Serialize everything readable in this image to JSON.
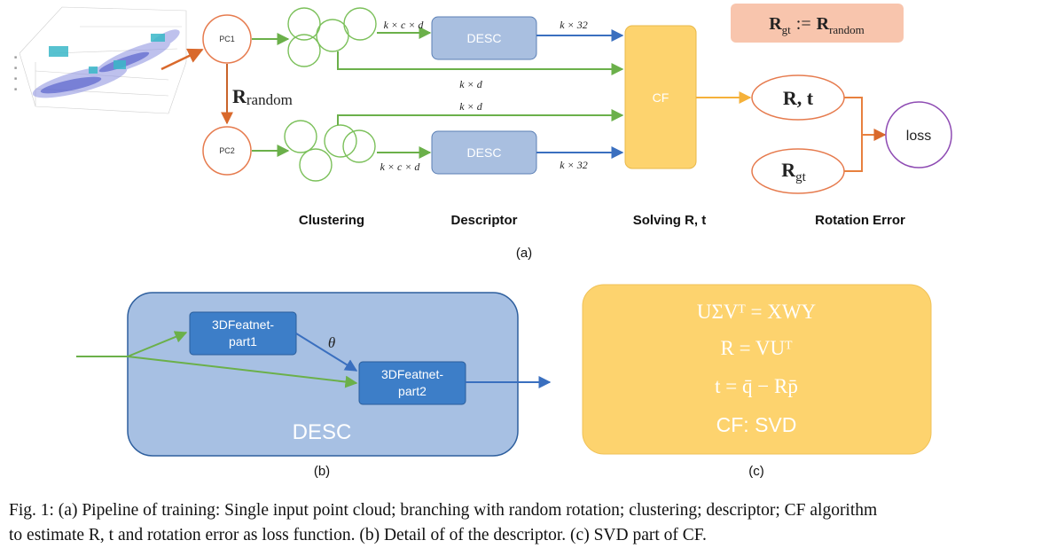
{
  "colors": {
    "green": "#6bb04a",
    "blue": "#3a6fbf",
    "orange": "#d9692c",
    "yellow_arrow": "#f5b13a",
    "purple": "#8e4bb3",
    "desc_fill": "#a9bfe0",
    "desc_outer_fill": "#a7c0e3",
    "desc_inner_fill": "#3d7ec8",
    "cf_fill": "#fdd36e",
    "rgt_box_fill": "#f8c5ad"
  },
  "panel_a": {
    "rgt_definition": {
      "R": "R",
      "gt": "gt",
      "assign": ":=",
      "R2": "R",
      "random": "random"
    },
    "pc1_label": "PC1",
    "pc2_label": "PC2",
    "rotation_label": {
      "R": "R",
      "sub": "random"
    },
    "dim_kcd_top": "k × c × d",
    "dim_kcd_bottom": "k × c × d",
    "dim_k32_top": "k × 32",
    "dim_k32_bottom": "k × 32",
    "dim_kd_top": "k × d",
    "dim_kd_bottom": "k × d",
    "desc_top_label": "DESC",
    "desc_bottom_label": "DESC",
    "cf_label": "CF",
    "rt_label": "R, t",
    "rgt_label": {
      "R": "R",
      "sub": "gt"
    },
    "loss_label": "loss",
    "stage_labels": [
      "Clustering",
      "Descriptor",
      "Solving R, t",
      "Rotation Error"
    ],
    "panel_label": "(a)"
  },
  "panel_b": {
    "title": "DESC",
    "part1_label": [
      "3DFeatnet-",
      "part1"
    ],
    "part2_label": [
      "3DFeatnet-",
      "part2"
    ],
    "theta_label": "θ",
    "panel_label": "(b)"
  },
  "panel_c": {
    "eq1": "UΣVᵀ = XWY",
    "eq2": "R = VUᵀ",
    "eq3": "t = q̄ − Rp̄",
    "eq4": "CF: SVD",
    "panel_label": "(c)"
  },
  "caption": {
    "line1": "Fig. 1: (a) Pipeline of training: Single input point cloud; branching with random rotation; clustering; descriptor; CF algorithm",
    "line2": "to estimate R, t and rotation error as loss function. (b) Detail of of the descriptor. (c) SVD part of CF."
  }
}
